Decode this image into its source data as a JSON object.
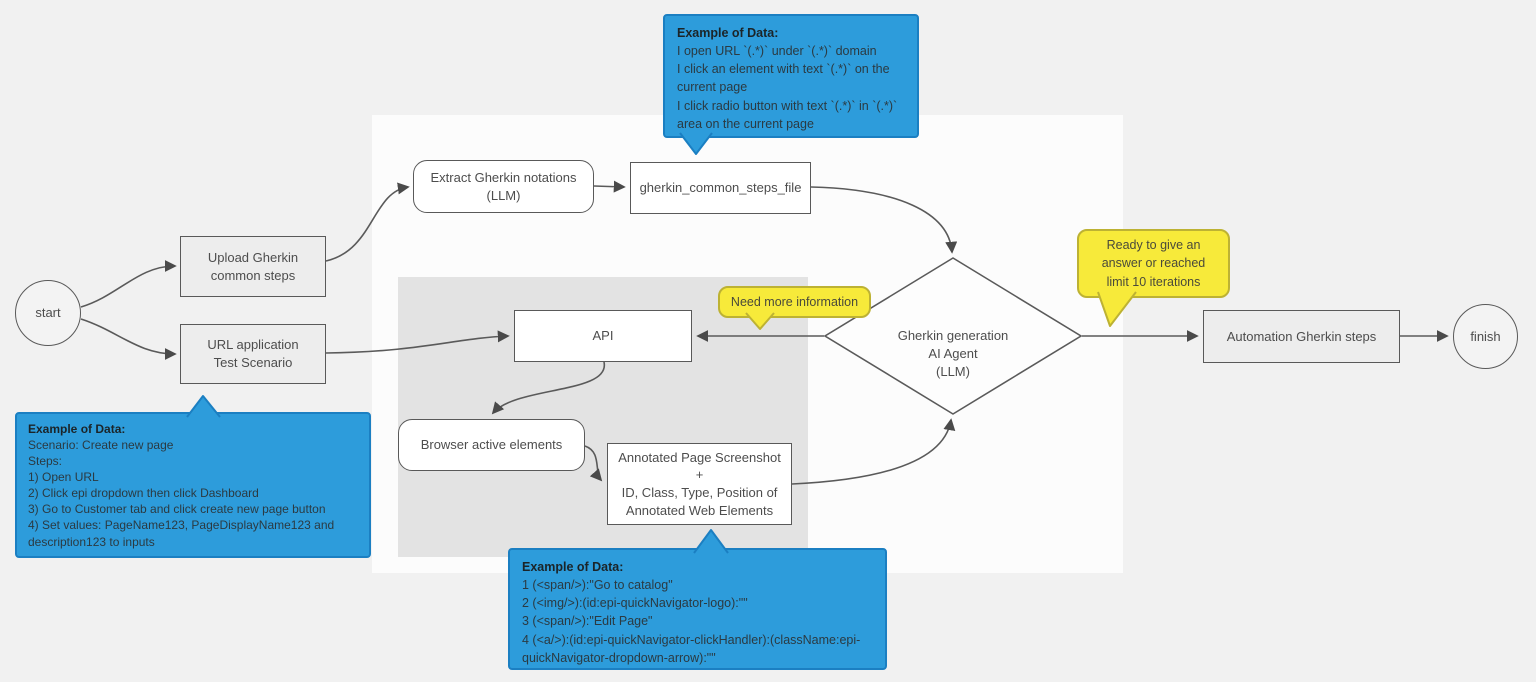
{
  "colors": {
    "background": "#f1f1f1",
    "white_panel": "#fcfcfc",
    "gray_panel": "#e3e3e3",
    "node_border": "#595959",
    "callout_blue_fill": "#2d9cdb",
    "callout_blue_border": "#1b7fc2",
    "callout_yellow_fill": "#f7ea3a",
    "callout_yellow_border": "#bdb233"
  },
  "nodes": {
    "start": {
      "label": "start"
    },
    "upload_gherkin": {
      "label": "Upload Gherkin\ncommon steps"
    },
    "url_application": {
      "label": "URL application\nTest Scenario"
    },
    "extract_gherkin": {
      "label": "Extract Gherkin notations\n(LLM)"
    },
    "gherkin_file": {
      "label": "gherkin_common_steps_file"
    },
    "api": {
      "label": "API"
    },
    "browser_elements": {
      "label": "Browser active elements"
    },
    "annotated_screenshot": {
      "label": "Annotated Page Screenshot\n+\nID, Class, Type, Position of\nAnnotated Web Elements"
    },
    "ai_agent": {
      "label": "Gherkin generation\nAI Agent\n(LLM)"
    },
    "automation_steps": {
      "label": "Automation Gherkin steps"
    },
    "finish": {
      "label": "finish"
    }
  },
  "callouts": {
    "common_steps_example": {
      "title": "Example of Data:",
      "body": "I open URL `(.*)` under `(.*)` domain\nI click an element with text `(.*)` on the current page\nI click radio button with text `(.*)` in `(.*)` area on the current page"
    },
    "scenario_example": {
      "title": "Example of Data:",
      "body": "Scenario: Create new page\nSteps:\n1) Open URL\n2) Click epi dropdown then click Dashboard\n3) Go to Customer tab and click create new page button\n4) Set values: PageName123, PageDisplayName123 and description123 to inputs"
    },
    "annotated_example": {
      "title": "Example of Data:",
      "body": "1 (<span/>):\"Go to catalog\"\n2 (<img/>):(id:epi-quickNavigator-logo):\"\"\n3 (<span/>):\"Edit Page\"\n4 (<a/>):(id:epi-quickNavigator-clickHandler):(className:epi-quickNavigator-dropdown-arrow):\"\""
    },
    "need_more_info": {
      "label": "Need more information"
    },
    "ready_answer": {
      "label": "Ready to give an answer or reached limit 10 iterations"
    }
  }
}
